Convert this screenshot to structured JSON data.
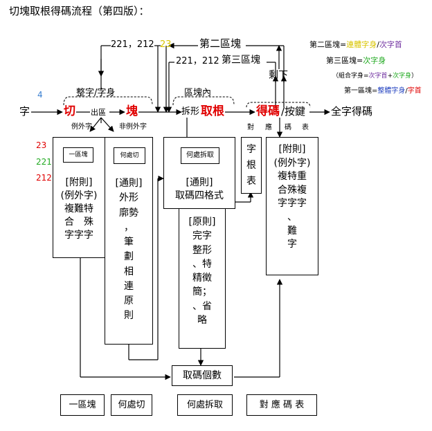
{
  "title": "切塊取根得碼流程（第四版）：",
  "top": {
    "seq_a": "221，212",
    "seq_b": "23",
    "second_block": "第二區塊",
    "seq_c": "221，212",
    "third_block": "第三區塊",
    "remainder": "剩下",
    "whole_or_head": "整字/字身",
    "within_block": "區塊內"
  },
  "legend": {
    "second_label": "第二區塊=",
    "second_a": "連體字身",
    "slash": "/",
    "second_b": "次字首",
    "third_label": "第三區塊=",
    "third_a": "次字身",
    "combo_open": "（組合字身=",
    "combo_a": "次字首",
    "plus": "+",
    "combo_b": "次字身",
    "combo_close": "）",
    "first_label": "第一區塊=",
    "first_a": "整體字身",
    "first_b": "字首"
  },
  "main": {
    "num4": "4",
    "zi": "字",
    "qie": "切",
    "chuqu": "出區",
    "kuai": "塊",
    "chaixing": "拆形",
    "qugen": "取根",
    "dema": "得碼",
    "anjian": "/按鍵",
    "result": "全字得碼",
    "exception": "例外字",
    "non_exception": "非例外字",
    "dui": "對",
    "ying": "應",
    "ma": "碼",
    "biao": "表"
  },
  "side_nums": {
    "n23": "23",
    "n221": "221",
    "n212": "212"
  },
  "boxes": {
    "b1_inner": "一區塊",
    "b1_lines": [
      "[附則]",
      "(例外字)",
      "複難特",
      "合　殊",
      "字字字"
    ],
    "b2_inner": "何處切",
    "b2_lines": [
      "[通則]",
      "外形",
      "廓勢",
      "，",
      "筆",
      "劃",
      "相",
      "連",
      "原",
      "則"
    ],
    "b3_inner": "何處拆取",
    "b3_lines": [
      "[通則]",
      "取碼四格式"
    ],
    "b3_principle": [
      "[原則]",
      "完字",
      "整形",
      "、特",
      "精徵",
      "簡；",
      "、省",
      "略"
    ],
    "b4_lines": [
      "字",
      "根",
      "表"
    ],
    "b5_lines": [
      "[附則]",
      "(例外字)",
      "複特重",
      "合殊複",
      "字字字",
      "、",
      "難",
      "字"
    ],
    "count": "取碼個數"
  },
  "bottom": [
    "一區塊",
    "何處切",
    "何處拆取",
    "對 應 碼 表"
  ]
}
